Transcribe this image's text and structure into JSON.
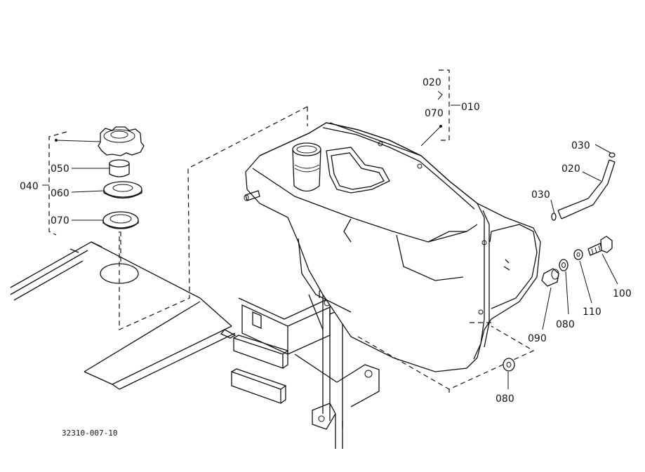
{
  "drawing_code": "32310-007-10",
  "callouts": {
    "c010": "010",
    "c020_top": "020",
    "c070_top": "070",
    "c020_hose": "020",
    "c030_top": "030",
    "c030_mid": "030",
    "c040": "040",
    "c050": "050",
    "c060": "060",
    "c070_left": "070",
    "c080_mid": "080",
    "c080_bottom": "080",
    "c090": "090",
    "c100": "100",
    "c110": "110"
  }
}
